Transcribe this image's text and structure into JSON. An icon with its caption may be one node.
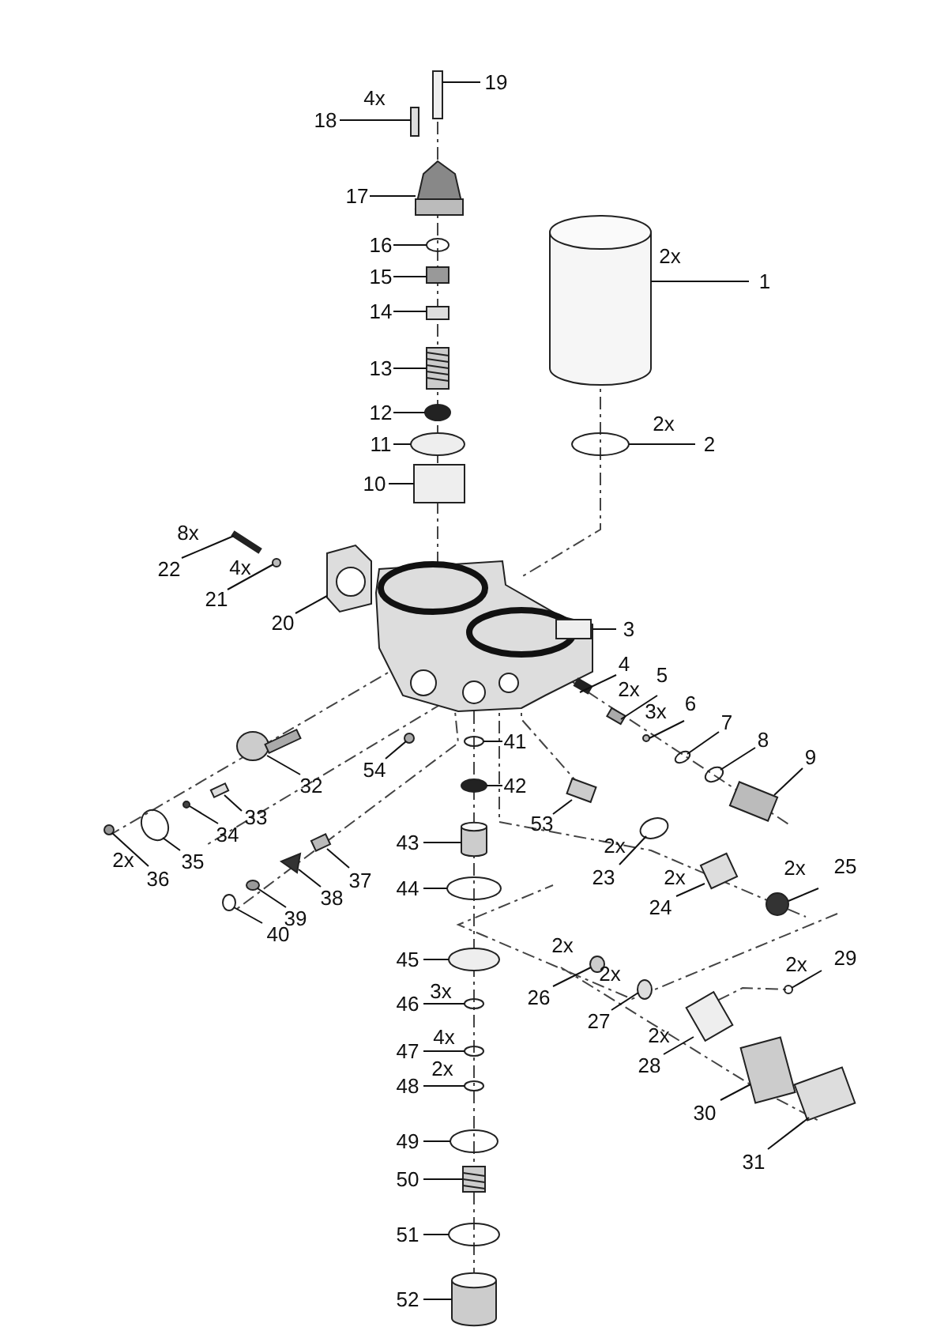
{
  "diagram": {
    "nodes": [
      {
        "text": [
          "1"
        ],
        "beside": [
          "2x"
        ]
      },
      {
        "text": [
          "2"
        ],
        "beside": [
          "2x"
        ]
      },
      {
        "text": [
          "3"
        ]
      },
      {
        "text": [
          "4"
        ]
      },
      {
        "text": [
          "5"
        ],
        "beside": [
          "2x"
        ]
      },
      {
        "text": [
          "6"
        ],
        "beside": [
          "3x"
        ]
      },
      {
        "text": [
          "7"
        ]
      },
      {
        "text": [
          "8"
        ]
      },
      {
        "text": [
          "9"
        ]
      },
      {
        "text": [
          "10"
        ]
      },
      {
        "text": [
          "11"
        ]
      },
      {
        "text": [
          "12"
        ]
      },
      {
        "text": [
          "13"
        ]
      },
      {
        "text": [
          "14"
        ]
      },
      {
        "text": [
          "15"
        ]
      },
      {
        "text": [
          "16"
        ]
      },
      {
        "text": [
          "17"
        ]
      },
      {
        "text": [
          "18"
        ],
        "beside": [
          "4x"
        ]
      },
      {
        "text": [
          "19"
        ]
      },
      {
        "text": [
          "20"
        ]
      },
      {
        "text": [
          "21"
        ],
        "beside": [
          "4x"
        ]
      },
      {
        "text": [
          "22"
        ],
        "beside": [
          "8x"
        ]
      },
      {
        "text": [
          "23"
        ],
        "beside": [
          "2x"
        ]
      },
      {
        "text": [
          "24"
        ],
        "beside": [
          "2x"
        ]
      },
      {
        "text": [
          "25"
        ],
        "beside": [
          "2x"
        ]
      },
      {
        "text": [
          "26"
        ],
        "beside": [
          "2x"
        ]
      },
      {
        "text": [
          "27"
        ],
        "beside": [
          "2x"
        ]
      },
      {
        "text": [
          "28"
        ],
        "beside": [
          "2x"
        ]
      },
      {
        "text": [
          "29"
        ],
        "beside": [
          "2x"
        ]
      },
      {
        "text": [
          "30"
        ]
      },
      {
        "text": [
          "31"
        ]
      },
      {
        "text": [
          "32"
        ]
      },
      {
        "text": [
          "33"
        ]
      },
      {
        "text": [
          "34"
        ]
      },
      {
        "text": [
          "35"
        ]
      },
      {
        "text": [
          "36"
        ],
        "beside": [
          "2x"
        ]
      },
      {
        "text": [
          "37"
        ]
      },
      {
        "text": [
          "38"
        ]
      },
      {
        "text": [
          "39"
        ]
      },
      {
        "text": [
          "40"
        ]
      },
      {
        "text": [
          "41"
        ]
      },
      {
        "text": [
          "42"
        ]
      },
      {
        "text": [
          "43"
        ]
      },
      {
        "text": [
          "44"
        ]
      },
      {
        "text": [
          "45"
        ]
      },
      {
        "text": [
          "46"
        ],
        "beside": [
          "3x"
        ]
      },
      {
        "text": [
          "47"
        ],
        "beside": [
          "4x"
        ]
      },
      {
        "text": [
          "48"
        ],
        "beside": [
          "2x"
        ]
      },
      {
        "text": [
          "49"
        ]
      },
      {
        "text": [
          "50"
        ]
      },
      {
        "text": [
          "51"
        ]
      },
      {
        "text": [
          "52"
        ]
      },
      {
        "text": [
          "53"
        ]
      },
      {
        "text": [
          "54"
        ]
      },
      {
        "text": [],
        "shape": "cylinder"
      },
      {
        "text": [],
        "shape": "circle"
      },
      {
        "text": [],
        "shape": "picture"
      },
      {
        "text": [],
        "shape": "box"
      },
      {
        "text": [],
        "shape": "box"
      },
      {
        "text": [],
        "shape": "circle"
      },
      {
        "text": [],
        "shape": "circle"
      },
      {
        "text": [],
        "shape": "circle"
      },
      {
        "text": [],
        "shape": "box"
      },
      {
        "text": [],
        "shape": "box"
      },
      {
        "text": [],
        "shape": "circle"
      },
      {
        "text": [],
        "shape": "circle"
      },
      {
        "text": [],
        "shape": "picture"
      },
      {
        "text": [],
        "shape": "box"
      },
      {
        "text": [],
        "shape": "box"
      },
      {
        "text": [],
        "shape": "circle"
      },
      {
        "text": [],
        "shape": "picture"
      },
      {
        "text": [],
        "shape": "box"
      },
      {
        "text": [],
        "shape": "box"
      },
      {
        "text": [],
        "shape": "picture"
      },
      {
        "text": [],
        "shape": "circle"
      },
      {
        "text": [],
        "shape": "box"
      },
      {
        "text": [],
        "shape": "circle"
      },
      {
        "text": [],
        "shape": "box"
      },
      {
        "text": [],
        "shape": "circle"
      },
      {
        "text": [],
        "shape": "circle"
      },
      {
        "text": [],
        "shape": "circle"
      },
      {
        "text": [],
        "shape": "box"
      },
      {
        "text": [],
        "shape": "circle"
      },
      {
        "text": [],
        "shape": "box"
      },
      {
        "text": [],
        "shape": "box"
      },
      {
        "text": [],
        "shape": "picture"
      },
      {
        "text": [],
        "shape": "box"
      },
      {
        "text": [],
        "shape": "circle"
      },
      {
        "text": [],
        "shape": "circle"
      },
      {
        "text": [],
        "shape": "circle"
      },
      {
        "text": [],
        "shape": "box"
      },
      {
        "text": [],
        "shape": "picture"
      },
      {
        "text": [],
        "shape": "circle"
      },
      {
        "text": [],
        "shape": "circle"
      },
      {
        "text": [],
        "shape": "circle"
      },
      {
        "text": [],
        "shape": "circle"
      },
      {
        "text": [],
        "shape": "cylinder"
      },
      {
        "text": [],
        "shape": "circle"
      },
      {
        "text": [],
        "shape": "circle"
      },
      {
        "text": [],
        "shape": "circle"
      },
      {
        "text": [],
        "shape": "circle"
      },
      {
        "text": [],
        "shape": "circle"
      },
      {
        "text": [],
        "shape": "circle"
      },
      {
        "text": [],
        "shape": "picture"
      },
      {
        "text": [],
        "shape": "circle"
      },
      {
        "text": [],
        "shape": "cylinder"
      },
      {
        "text": [],
        "shape": "box"
      },
      {
        "text": [],
        "shape": "circle"
      }
    ],
    "edges": [
      {
        "from": 0,
        "to": 54,
        "arrow": "none"
      },
      {
        "from": 1,
        "to": 55,
        "arrow": "none"
      },
      {
        "from": 2,
        "to": 56,
        "arrow": "none"
      },
      {
        "from": 3,
        "to": 57,
        "arrow": "none"
      },
      {
        "from": 4,
        "to": 58,
        "arrow": "none"
      },
      {
        "from": 5,
        "to": 59,
        "arrow": "none"
      },
      {
        "from": 6,
        "to": 60,
        "arrow": "none"
      },
      {
        "from": 7,
        "to": 61,
        "arrow": "none"
      },
      {
        "from": 8,
        "to": 62,
        "arrow": "none"
      },
      {
        "from": 9,
        "to": 63,
        "arrow": "none"
      },
      {
        "from": 10,
        "to": 64,
        "arrow": "none"
      },
      {
        "from": 11,
        "to": 65,
        "arrow": "none"
      },
      {
        "from": 12,
        "to": 66,
        "arrow": "none"
      },
      {
        "from": 13,
        "to": 67,
        "arrow": "none"
      },
      {
        "from": 14,
        "to": 68,
        "arrow": "none"
      },
      {
        "from": 15,
        "to": 69,
        "arrow": "none"
      },
      {
        "from": 16,
        "to": 70,
        "arrow": "none"
      },
      {
        "from": 17,
        "to": 71,
        "arrow": "none"
      },
      {
        "from": 18,
        "to": 72,
        "arrow": "none"
      },
      {
        "from": 19,
        "to": 73,
        "arrow": "none"
      },
      {
        "from": 20,
        "to": 74,
        "arrow": "none"
      },
      {
        "from": 21,
        "to": 75,
        "arrow": "none"
      },
      {
        "from": 22,
        "to": 76,
        "arrow": "none"
      },
      {
        "from": 23,
        "to": 77,
        "arrow": "none"
      },
      {
        "from": 24,
        "to": 78,
        "arrow": "none"
      },
      {
        "from": 25,
        "to": 79,
        "arrow": "none"
      },
      {
        "from": 26,
        "to": 80,
        "arrow": "none"
      },
      {
        "from": 27,
        "to": 81,
        "arrow": "none"
      },
      {
        "from": 28,
        "to": 82,
        "arrow": "none"
      },
      {
        "from": 29,
        "to": 83,
        "arrow": "none"
      },
      {
        "from": 30,
        "to": 84,
        "arrow": "none"
      },
      {
        "from": 31,
        "to": 85,
        "arrow": "none"
      },
      {
        "from": 32,
        "to": 86,
        "arrow": "none"
      },
      {
        "from": 33,
        "to": 87,
        "arrow": "none"
      },
      {
        "from": 34,
        "to": 88,
        "arrow": "none"
      },
      {
        "from": 35,
        "to": 89,
        "arrow": "none"
      },
      {
        "from": 36,
        "to": 90,
        "arrow": "none"
      },
      {
        "from": 37,
        "to": 91,
        "arrow": "none"
      },
      {
        "from": 38,
        "to": 92,
        "arrow": "none"
      },
      {
        "from": 39,
        "to": 93,
        "arrow": "none"
      },
      {
        "from": 40,
        "to": 94,
        "arrow": "none"
      },
      {
        "from": 41,
        "to": 95,
        "arrow": "none"
      },
      {
        "from": 42,
        "to": 96,
        "arrow": "none"
      },
      {
        "from": 43,
        "to": 97,
        "arrow": "none"
      },
      {
        "from": 44,
        "to": 98,
        "arrow": "none"
      },
      {
        "from": 45,
        "to": 99,
        "arrow": "none"
      },
      {
        "from": 46,
        "to": 100,
        "arrow": "none"
      },
      {
        "from": 47,
        "to": 101,
        "arrow": "none"
      },
      {
        "from": 48,
        "to": 102,
        "arrow": "none"
      },
      {
        "from": 49,
        "to": 103,
        "arrow": "none"
      },
      {
        "from": 50,
        "to": 104,
        "arrow": "none"
      },
      {
        "from": 51,
        "to": 105,
        "arrow": "none"
      },
      {
        "from": 52,
        "to": 106,
        "arrow": "none"
      },
      {
        "from": 53,
        "to": 107,
        "arrow": "none"
      }
    ]
  }
}
